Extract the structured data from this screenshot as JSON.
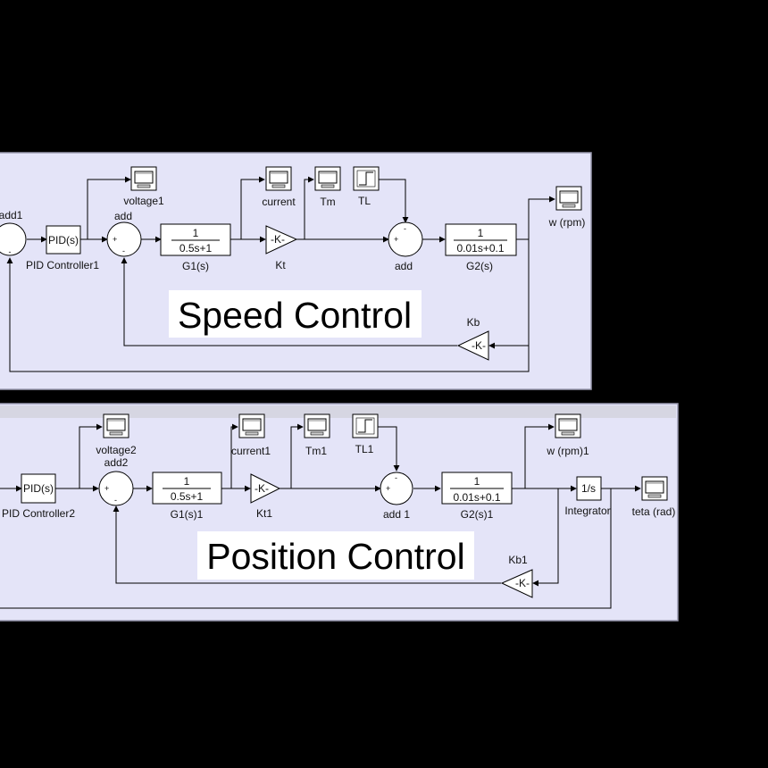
{
  "speed": {
    "title": "Speed Control",
    "labels": {
      "add1": "add1",
      "pid1": "PID Controller1",
      "add": "add",
      "voltage1": "voltage1",
      "g1": "G1(s)",
      "kt": "Kt",
      "current": "current",
      "tm": "Tm",
      "tl": "TL",
      "add_b": "add",
      "g2": "G2(s)",
      "w": "w (rpm)",
      "kb": "Kb"
    },
    "pid_text": "PID(s)",
    "gain_text": "-K-",
    "g1": {
      "num": "1",
      "den": "0.5s+1"
    },
    "g2": {
      "num": "1",
      "den": "0.01s+0.1"
    }
  },
  "position": {
    "title": "Position Control",
    "labels": {
      "pid2": "PID Controller2",
      "add2": "add2",
      "voltage2": "voltage2",
      "g1": "G1(s)1",
      "kt1": "Kt1",
      "current1": "current1",
      "tm1": "Tm1",
      "tl1": "TL1",
      "add_1": "add 1",
      "g2": "G2(s)1",
      "w1": "w (rpm)1",
      "integrator": "Integrator",
      "teta": "teta (rad)",
      "kb1": "Kb1"
    },
    "pid_text": "PID(s)",
    "gain_text": "-K-",
    "integrator_text": "1/s",
    "g1": {
      "num": "1",
      "den": "0.5s+1"
    },
    "g2": {
      "num": "1",
      "den": "0.01s+0.1"
    }
  },
  "signs": {
    "plus": "+",
    "minus": "-"
  },
  "colors": {
    "panel": "#E4E4F8",
    "panel_border": "#9A9AB0",
    "background": "#000000",
    "block_fill": "#FFFFFF"
  }
}
